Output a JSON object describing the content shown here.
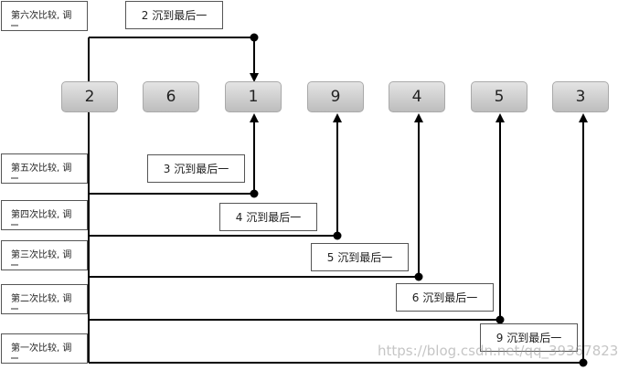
{
  "diagram": {
    "nodes": [
      "2",
      "6",
      "1",
      "9",
      "4",
      "5",
      "3"
    ],
    "round_labels": [
      "第六次比较, 调",
      "第五次比较, 调",
      "第四次比较, 调",
      "第三次比较, 调",
      "第二次比较, 调",
      "第一次比较, 调"
    ],
    "sink_labels": [
      "2 沉到最后一",
      "3 沉到最后一",
      "4 沉到最后一",
      "5 沉到最后一",
      "6 沉到最后一",
      "9 沉到最后一"
    ],
    "watermark": "https://blog.csdn.net/qq_39367823"
  }
}
